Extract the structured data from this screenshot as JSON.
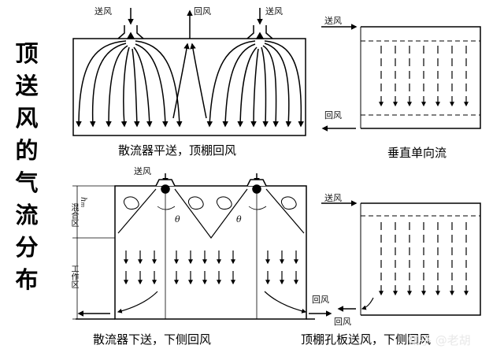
{
  "title_chars": [
    "顶",
    "送",
    "风",
    "的",
    "气",
    "流",
    "分",
    "布"
  ],
  "captions": {
    "top_left": "散流器平送，顶棚回风",
    "top_right": "垂直单向流",
    "bottom_left": "散流器下送，下侧回风",
    "bottom_right": "顶棚孔板送风，下侧回风"
  },
  "labels": {
    "supply": "送风",
    "return": "回风",
    "mix_zone": "混合区",
    "work_zone": "工作区",
    "height": "h",
    "height_sub": "m",
    "angle": "θ"
  },
  "watermark": "知乎 @老胡"
}
